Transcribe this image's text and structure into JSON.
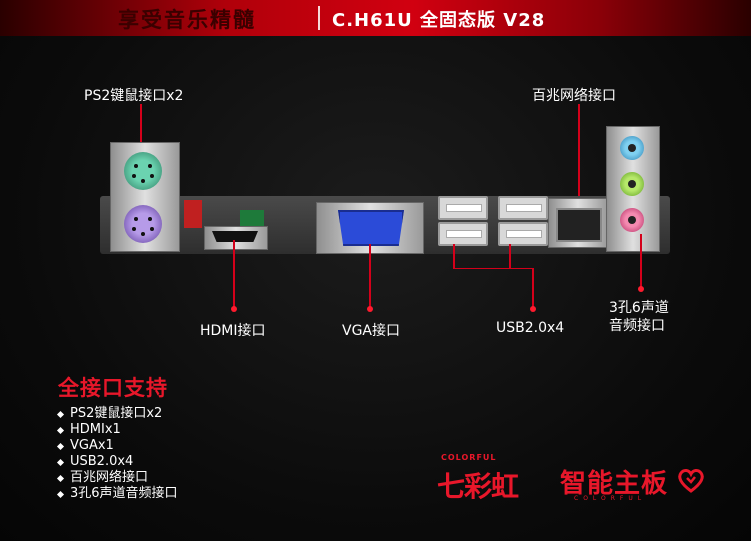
{
  "header": {
    "slogan": "享受音乐精髓",
    "model": "C.H61U 全固态版 V28"
  },
  "callouts": {
    "ps2": "PS2键鼠接口x2",
    "lan": "百兆网络接口",
    "hdmi": "HDMI接口",
    "vga": "VGA接口",
    "usb": "USB2.0x4",
    "audio_line1": "3孔6声道",
    "audio_line2": "音频接口"
  },
  "support": {
    "title": "全接口支持",
    "items": [
      "PS2键鼠接口x2",
      "HDMIx1",
      "VGAx1",
      "USB2.0x4",
      "百兆网络接口",
      "3孔6声道音频接口"
    ]
  },
  "brand": {
    "colorful_small": "COLORFUL",
    "colorful_cn": "七彩虹",
    "smart_board": "智能主板",
    "smart_board_sub": "COLORFUL"
  },
  "colors": {
    "accent": "#e8172a",
    "callout_line": "#d4001a",
    "background": "#0c0c0c"
  }
}
